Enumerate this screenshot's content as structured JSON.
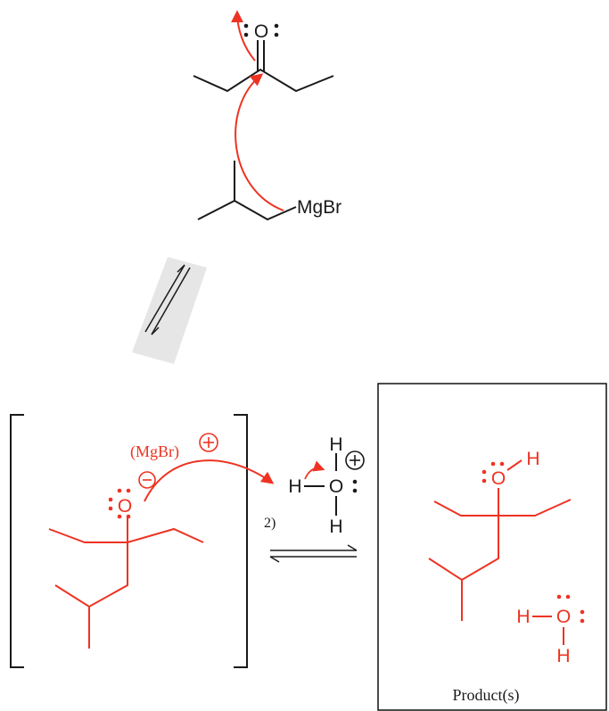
{
  "colors": {
    "ink": "#1a1a1a",
    "accent": "#ee3322",
    "box": "#111111",
    "shadow": "#e6e6e6"
  },
  "reactant": {
    "oxygen": "O",
    "grignard": "MgBr"
  },
  "intermediate": {
    "counterion": "(MgBr)",
    "oxygen": "O"
  },
  "reagent": {
    "step_label": "2)",
    "hydronium_h_top": "H",
    "hydronium_h_left": "H",
    "hydronium_o": "O",
    "hydronium_h_bottom": "H"
  },
  "product": {
    "label": "Product(s)",
    "alcohol_o": "O",
    "alcohol_h": "H",
    "water_h_left": "H",
    "water_o": "O",
    "water_h_bottom": "H"
  },
  "icons": {
    "plus": "circled-plus-icon",
    "minus": "circled-minus-icon",
    "equilibrium": "equilibrium-arrows-icon",
    "mechanism": "curved-arrow-icon"
  }
}
